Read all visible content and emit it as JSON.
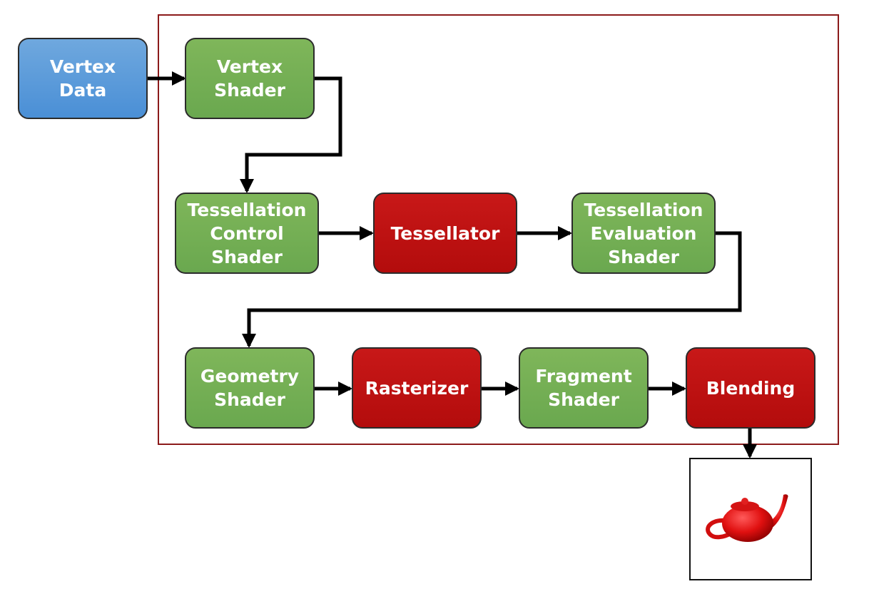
{
  "diagram": {
    "nodes": {
      "vertex_data": "Vertex\nData",
      "vertex_shader": "Vertex\nShader",
      "tess_control": "Tessellation\nControl\nShader",
      "tessellator": "Tessellator",
      "tess_eval": "Tessellation\nEvaluation\nShader",
      "geometry_shader": "Geometry\nShader",
      "rasterizer": "Rasterizer",
      "fragment_shader": "Fragment\nShader",
      "blending": "Blending"
    },
    "colors": {
      "input": "#4a8fd6",
      "programmable": "#6aa84f",
      "fixed_function": "#b30c0c",
      "pipeline_border": "#8b1a1a"
    },
    "output_icon": "teapot-icon"
  }
}
